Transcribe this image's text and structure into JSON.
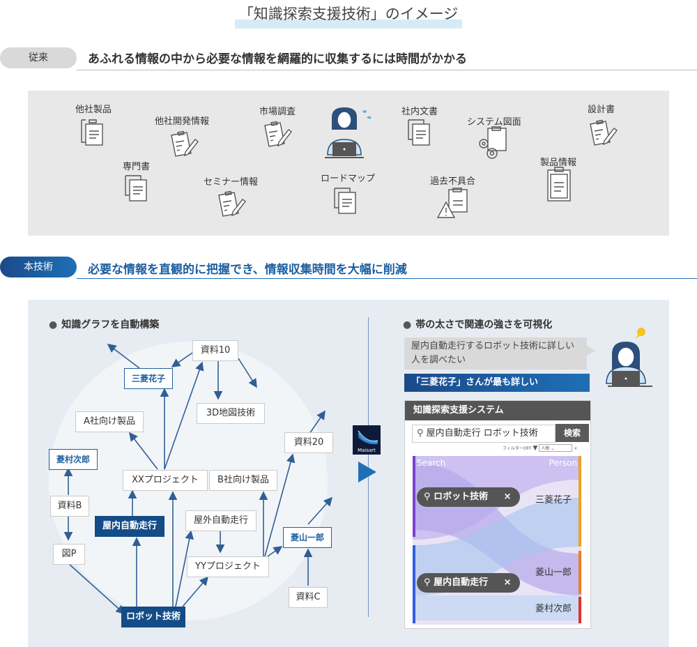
{
  "title": "「知識探索支援技術」のイメージ",
  "conventional": {
    "badge": "従来",
    "heading": "あふれる情報の中から必要な情報を網羅的に収集するには時間がかかる",
    "docs": [
      "他社製品",
      "他社開発情報",
      "市場調査",
      "社内文書",
      "システム図面",
      "設計書",
      "専門書",
      "セミナー情報",
      "ロードマップ",
      "過去不具合",
      "製品情報"
    ]
  },
  "new_tech": {
    "badge": "本技術",
    "heading": "必要な情報を直観的に把握でき、情報収集時間を大幅に削減"
  },
  "graph": {
    "subtitle": "知識グラフを自動構築",
    "nodes": {
      "shiryo10": "資料10",
      "mitsubishi_hanako": "三菱花子",
      "map3d": "3D地図技術",
      "a_product": "A社向け製品",
      "ryomura_jiro": "菱村次郎",
      "xx_project": "XXプロジェクト",
      "b_product": "B社向け製品",
      "shiryo20": "資料20",
      "shiryo_b": "資料B",
      "indoor_driving": "屋内自動走行",
      "outdoor_driving": "屋外自動走行",
      "ryoyama_ichiro": "菱山一郎",
      "fig_p": "図P",
      "yy_project": "YYプロジェクト",
      "shiryo_c": "資料C",
      "robot_tech": "ロボット技術"
    }
  },
  "logo": {
    "text": "Maisart"
  },
  "visualize": {
    "subtitle": "帯の太さで関連の強さを可視化",
    "question": "屋内自動走行するロボット技術に詳しい人を調べたい",
    "answer": "「三菱花子」さんが最も詳しい",
    "system": {
      "title": "知識探索支援システム",
      "query": "屋内自動走行 ロボット技術",
      "search_button": "検索",
      "filter_label": "フィルターOFF",
      "filter_value": "人物",
      "col_left": "Search",
      "col_right": "Person",
      "tags": [
        "ロボット技術",
        "屋内自動走行"
      ],
      "persons": [
        "三菱花子",
        "菱山一郎",
        "菱村次郎"
      ]
    }
  },
  "colors": {
    "brand_blue": "#1f5fa0",
    "dark_node": "#134c87",
    "panel_grey": "#e8e8e8",
    "panel_blue": "#e6ecf2"
  }
}
